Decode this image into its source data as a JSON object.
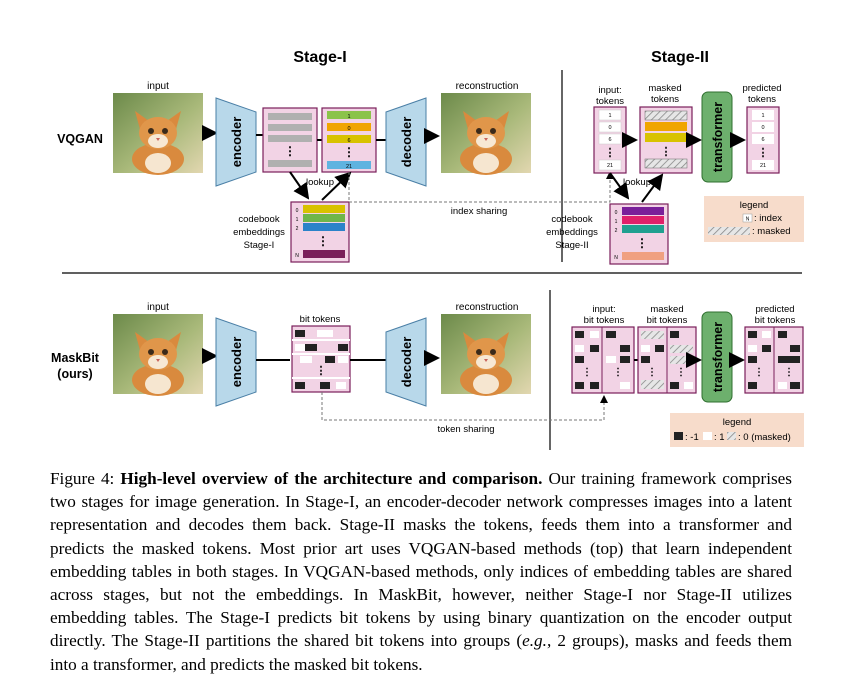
{
  "stages": {
    "stage1": "Stage-I",
    "stage2": "Stage-II"
  },
  "rows": {
    "vqgan": "VQGAN",
    "maskbit_line1": "MaskBit",
    "maskbit_line2": "(ours)"
  },
  "labels": {
    "input": "input",
    "encoder": "encoder",
    "decoder": "decoder",
    "reconstruction": "reconstruction",
    "lookup": "lookup",
    "transformer": "transformer",
    "bit_tokens": "bit tokens",
    "index_sharing": "index sharing",
    "token_sharing": "token sharing",
    "codebook_s1": [
      "codebook",
      "embeddings",
      "Stage-I"
    ],
    "codebook_s2": [
      "codebook",
      "embeddings",
      "Stage-II"
    ],
    "input_tokens": [
      "input:",
      "tokens"
    ],
    "masked_tokens": [
      "masked",
      "tokens"
    ],
    "predicted_tokens": [
      "predicted",
      "tokens"
    ],
    "input_bit_tokens": [
      "input:",
      "bit tokens"
    ],
    "masked_bit_tokens": [
      "masked",
      "bit tokens"
    ],
    "predicted_bit_tokens": [
      "predicted",
      "bit tokens"
    ],
    "token_indices": [
      "1",
      "0",
      "6",
      "21"
    ],
    "codebook_indices": [
      "0",
      "1",
      "2",
      "N"
    ],
    "ellipsis": "⋮"
  },
  "legend_vq": {
    "title": "legend",
    "index_symbol": "N",
    "index_text": ": index",
    "masked_text": ": masked"
  },
  "legend_mb": {
    "title": "legend",
    "text": ": -1   : 1   : 0 (masked)"
  },
  "caption": {
    "label": "Figure 4: ",
    "bold": "High-level overview of the architecture and comparison.",
    "lines": [
      " Our training framework",
      "comprises two stages for image generation. In Stage-I, an encoder-decoder network compresses",
      "images into a latent representation and decodes them back. Stage-II masks the tokens, feeds them",
      "into a transformer and predicts the masked tokens. Most prior art uses VQGAN-based methods",
      "(top) that learn independent embedding tables in both stages. In VQGAN-based methods, only",
      "indices of embedding tables are shared across stages, but not the embeddings. In MaskBit, however,",
      "neither Stage-I nor Stage-II utilizes embedding tables. The Stage-I predicts bit tokens by using binary",
      "quantization on the encoder output directly. The Stage-II partitions the shared bit tokens into groups"
    ],
    "last_prefix": "(",
    "eg": "e.g.",
    "last_suffix": ", 2 groups), masks and feeds them into a transformer, and predicts the masked bit tokens."
  },
  "colors": {
    "enc": "#b8d8ea",
    "cell": "#f2d3e5",
    "border": "#7a1f5a",
    "transformer": "#6db06d",
    "legend_bg": "#f7dccb"
  }
}
